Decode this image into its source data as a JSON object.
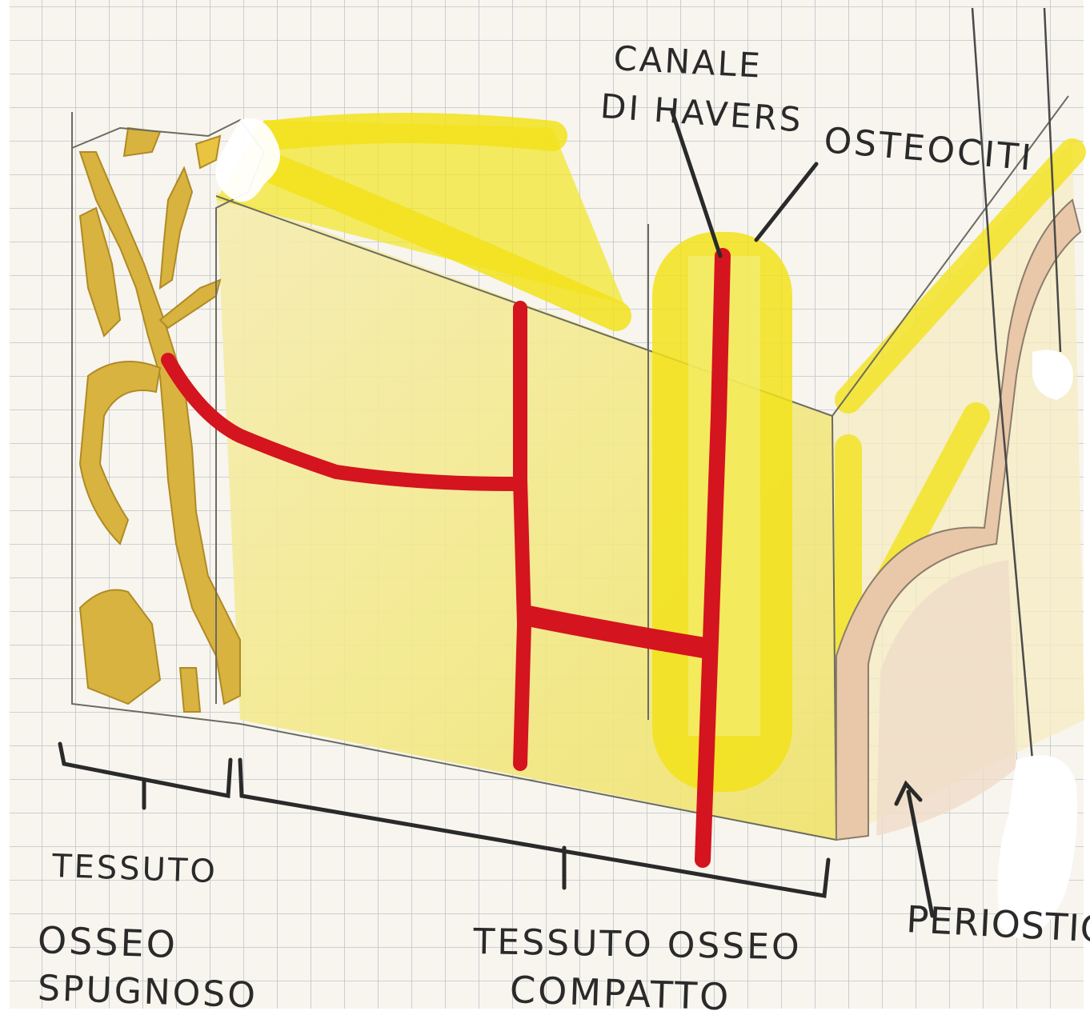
{
  "labels": {
    "canale_di_havers_line1": "CANALE",
    "canale_di_havers_line2": "DI HAVERS",
    "osteociti": "OSTEOCITI",
    "tessuto_spugnoso_line1": "TESSUTO",
    "tessuto_spugnoso_line2": "OSSEO",
    "tessuto_spugnoso_line3": "SPUGNOSO",
    "tessuto_compatto_line1": "TESSUTO OSSEO",
    "tessuto_compatto_line2": "COMPATTO",
    "periostio": "PERIOSTIO"
  },
  "colors": {
    "paper": "#f7f5ee",
    "grid": "#bfc3c8",
    "bone_yellow": "#f3e98a",
    "bright_yellow": "#f2e21a",
    "spongy_gold": "#d9b340",
    "vessel_red": "#d4141e",
    "periosteum": "#e8c8a8",
    "ink": "#2a2a2a"
  }
}
